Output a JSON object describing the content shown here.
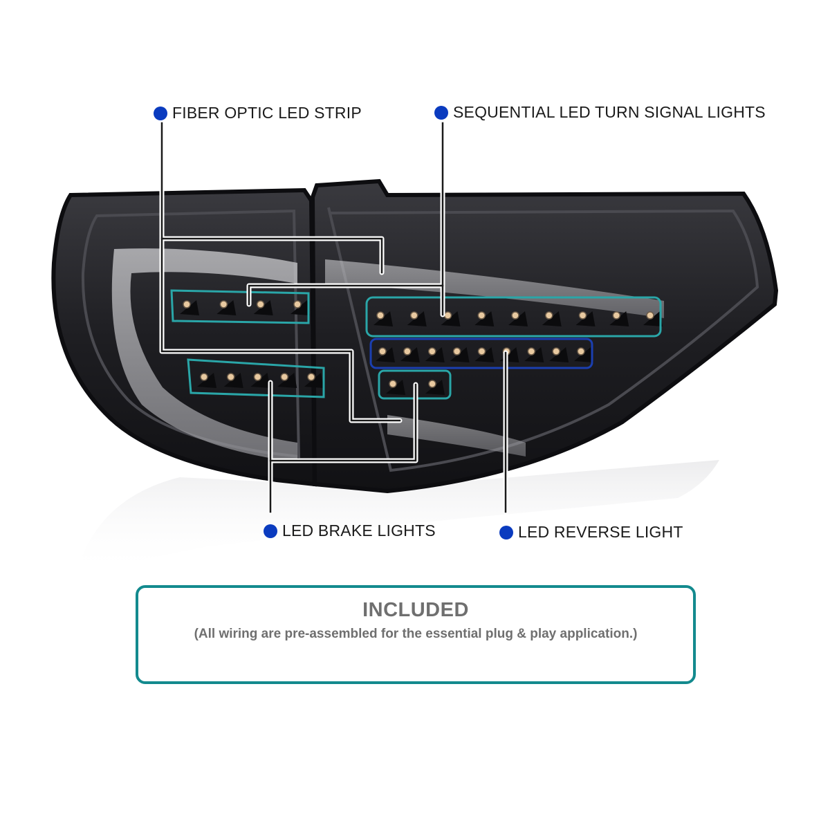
{
  "colors": {
    "callout_dot": "#0a3bbf",
    "highlight_teal": "#2aa6a8",
    "highlight_blue": "#1b3fb0",
    "box_border": "#138a8e",
    "text_gray": "#6f6f6f",
    "lens_smoke": "#1c1c1f"
  },
  "callouts": [
    {
      "id": "fiber",
      "label": "FIBER OPTIC LED STRIP"
    },
    {
      "id": "turn",
      "label": "SEQUENTIAL LED TURN SIGNAL LIGHTS"
    },
    {
      "id": "brake",
      "label": "LED BRAKE LIGHTS"
    },
    {
      "id": "reverse",
      "label": "LED REVERSE  LIGHT"
    }
  ],
  "included": {
    "title": "INCLUDED",
    "description": "(All wiring are pre-assembled for the essential plug & play application.)"
  },
  "icons": {
    "callout_marker": "blue-dot-icon"
  }
}
